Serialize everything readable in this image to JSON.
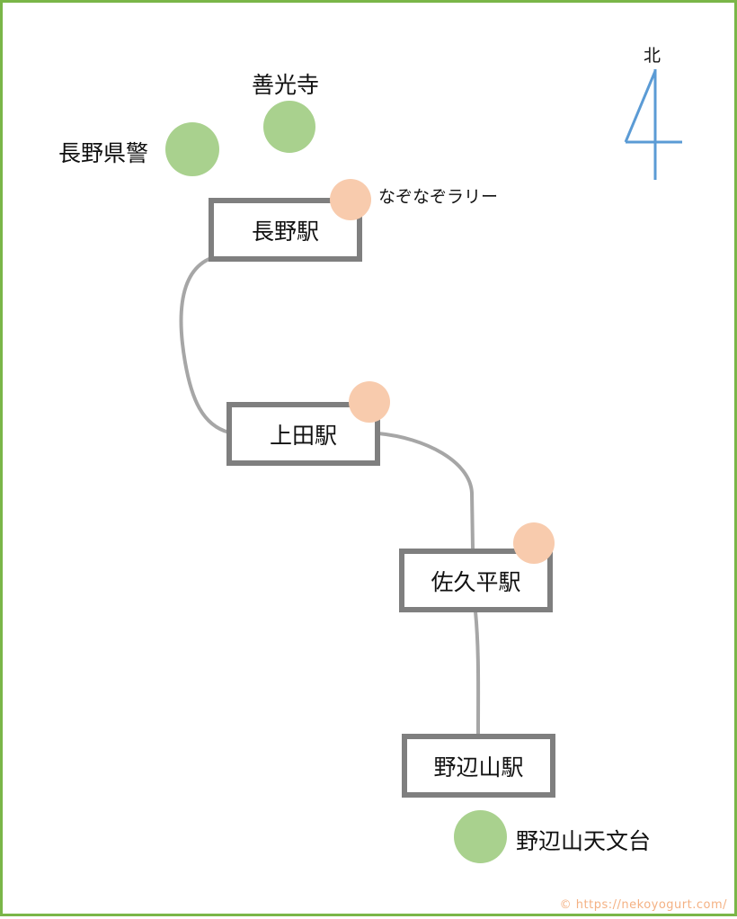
{
  "compass": {
    "label": "北",
    "color": "#5b9bd5"
  },
  "stations": [
    {
      "id": "nagano",
      "name": "長野駅"
    },
    {
      "id": "ueda",
      "name": "上田駅"
    },
    {
      "id": "sakudaira",
      "name": "佐久平駅"
    },
    {
      "id": "nobeyama",
      "name": "野辺山駅"
    }
  ],
  "landmarks": [
    {
      "id": "zenkoji",
      "name": "善光寺",
      "color": "#a9d18e"
    },
    {
      "id": "police",
      "name": "長野県警",
      "color": "#a9d18e"
    },
    {
      "id": "observatory",
      "name": "野辺山天文台",
      "color": "#a9d18e"
    }
  ],
  "events": [
    {
      "id": "rally",
      "name": "なぞなぞラリー",
      "color": "#f8cbad"
    }
  ],
  "colors": {
    "border": "#7ab648",
    "route": "#a6a6a6",
    "station_border": "#7f7f7f"
  },
  "credit": "© https://nekoyogurt.com/"
}
